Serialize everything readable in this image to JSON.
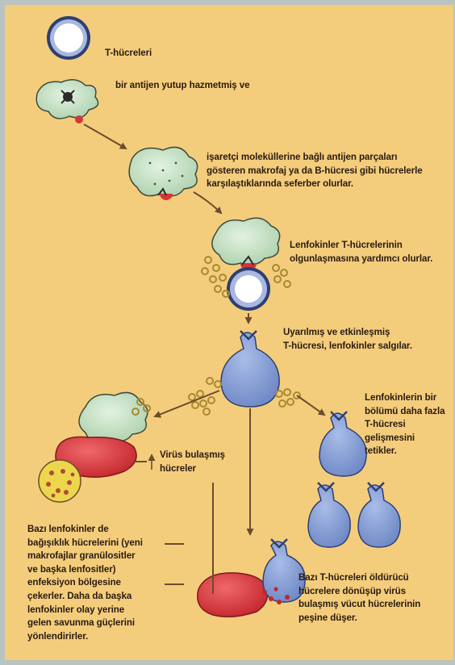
{
  "colors": {
    "background": "#f4cd7c",
    "frame": "#b9c3c2",
    "t_cell_blue": "#8ba3d8",
    "macrophage_green": "#c6e0c8",
    "red_cell": "#e0454a",
    "lymphokine_ring": "#b99a3d",
    "arrow": "#6b4c2e",
    "text": "#2a1b12"
  },
  "labels": {
    "t_cells": "T-hücreleri",
    "antigen": "bir antijen yutup hazmetmiş ve",
    "mobilize": "işaretçi moleküllerine bağlı antijen parçaları\ngösteren makrofaj ya da B-hücresi gibi hücrelerle\nkarşılaştıklarında seferber olurlar.",
    "maturation": "Lenfokinler T-hücrelerinin\nolgunlaşmasına yardımcı olurlar.",
    "activated": "Uyarılmış ve etkinleşmiş\nT-hücresi, lenfokinler salgılar.",
    "more_tcells": "Lenfokinlerin bir\nbölümü daha fazla\nT-hücresi\ngelişmesini\ntetikler.",
    "infected": "Virüs bulaşmış\nhücreler",
    "attract": "Bazı lenfokinler de\nbağışıklık hücrelerini (yeni\nmakrofajlar granülositler\nve başka lenfositler)\nenfeksiyon bölgesine\nçekerler. Daha da başka\nlenfokinler olay yerine\ngelen savunma güçlerini\nyönlendirirler.",
    "killer": "Bazı T-hücreleri öldürücü\nhücrelere dönüşüp virüs\nbulaşmış vücut hücrelerinin\npeşine düşer."
  }
}
